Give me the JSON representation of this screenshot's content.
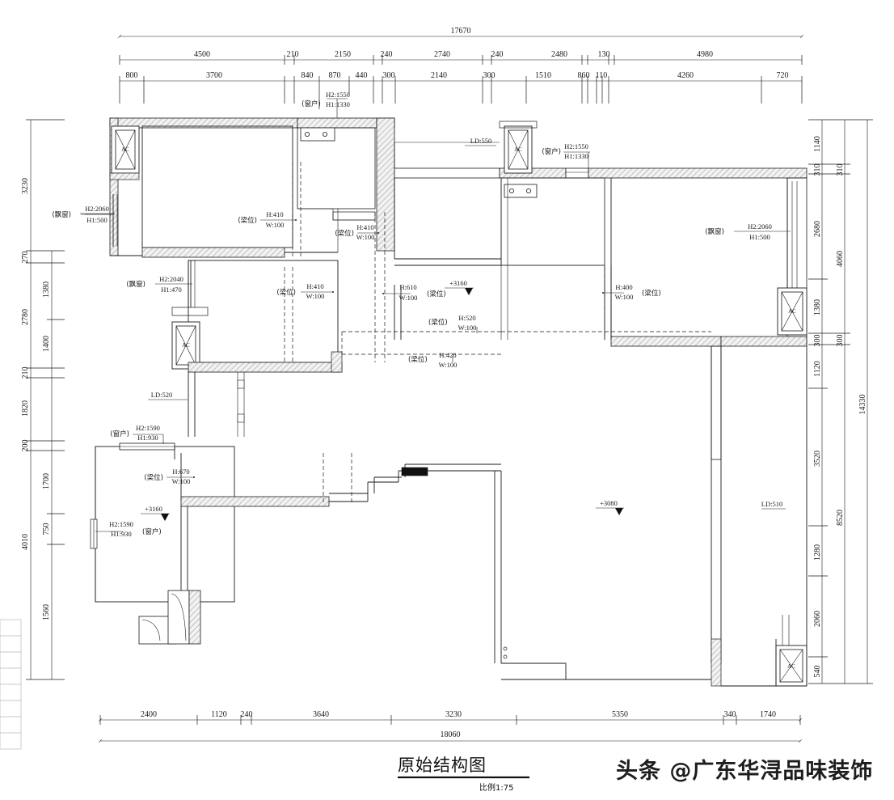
{
  "title_block": {
    "title": "原始结构图",
    "scale": "比例1:75"
  },
  "watermark": "头条 @广东华浔品味装饰",
  "dimensions": {
    "top_overall": "17670",
    "top_row1": [
      "4500",
      "210",
      "2150",
      "240",
      "2740",
      "240",
      "2480",
      "130",
      "4980"
    ],
    "top_row2": [
      "800",
      "3700",
      "840",
      "870",
      "440",
      "300",
      "2140",
      "300",
      "1510",
      "860",
      "110",
      "4260",
      "720"
    ],
    "bottom_overall": "18060",
    "bottom_row": [
      "2400",
      "1120",
      "240",
      "3640",
      "3230",
      "5350",
      "340",
      "1740"
    ],
    "left_outer": [
      "3230",
      "270",
      "2780",
      "210",
      "1820",
      "200",
      "4010"
    ],
    "left_inner": [
      "1380",
      "1400",
      "1700",
      "750",
      "1560"
    ],
    "right_overall": "14330",
    "right_mid": [
      "310",
      "4060",
      "300",
      "8520"
    ],
    "right_inner": [
      "1140",
      "310",
      "2680",
      "1380",
      "300",
      "1120",
      "3520",
      "1280",
      "2060",
      "540"
    ]
  },
  "annotations": {
    "bay_window_label": "(飘窗)",
    "window_label": "(窗户)",
    "beam_label": "(梁位)",
    "items": [
      {
        "name": "bay-window-left-upper",
        "label": "(飘窗)",
        "h2": "H2:2060",
        "h1": "H1:500"
      },
      {
        "name": "bay-window-left-lower",
        "label": "(飘窗)",
        "h2": "H2:2040",
        "h1": "H1:470"
      },
      {
        "name": "bay-window-right",
        "label": "(飘窗)",
        "h2": "H2:2060",
        "h1": "H1:500"
      },
      {
        "name": "window-top-center",
        "label": "(窗户)",
        "h2": "H2:1550",
        "h1": "H1:1330"
      },
      {
        "name": "window-top-right",
        "label": "(窗户)",
        "h2": "H2:1550",
        "h1": "H1:1330"
      },
      {
        "name": "window-lower-left-a",
        "label": "(窗户)",
        "h2": "H2:1590",
        "h1": "H1:930"
      },
      {
        "name": "window-lower-left-b",
        "label": "(窗户)",
        "h2": "H2:1590",
        "h1": "H1:930"
      }
    ],
    "beams": [
      {
        "name": "beam-bedroom-upper",
        "label": "(梁位)",
        "h": "H:410",
        "w": "W:100"
      },
      {
        "name": "beam-center-upper",
        "label": "(梁位)",
        "h": "H:410",
        "w": "W:100"
      },
      {
        "name": "beam-bedroom-lower",
        "label": "(梁位)",
        "h": "H:410",
        "w": "W:100"
      },
      {
        "name": "beam-hall-center",
        "label": "(梁位)",
        "h": "H:610",
        "w": "W:100"
      },
      {
        "name": "beam-hall-right",
        "label": "(梁位)",
        "h": "H:400",
        "w": "W:100"
      },
      {
        "name": "beam-hall-south",
        "label": "(梁位)",
        "h": "H:520",
        "w": "W:100"
      },
      {
        "name": "beam-hall-south2",
        "label": "(梁位)",
        "h": "H:420",
        "w": "W:100"
      },
      {
        "name": "beam-balcony",
        "label": "(梁位)",
        "h": "H:670",
        "w": "W:100"
      }
    ],
    "ld_marks": [
      "LD:550",
      "LD:520",
      "LD:510"
    ],
    "elevations": [
      "+3160",
      "+3160",
      "+3080"
    ],
    "ac_label": "AC"
  }
}
